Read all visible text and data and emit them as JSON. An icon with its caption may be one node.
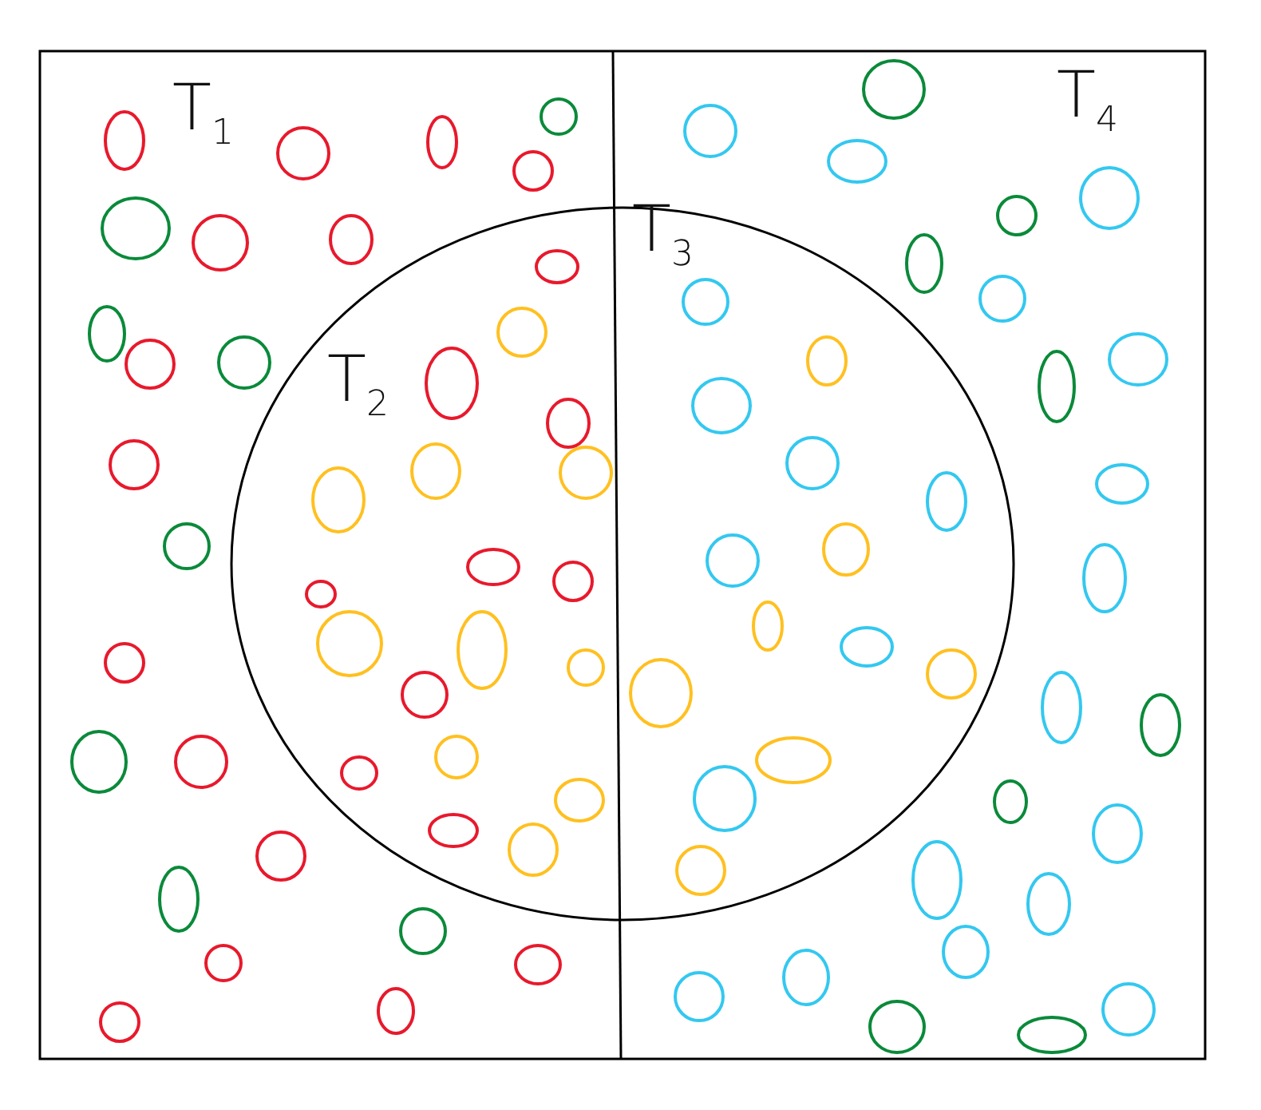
{
  "diagram": {
    "labels": [
      "T$_{1}$",
      "T$_{2}$",
      "T$_{3}$",
      "T$_{4}$"
    ]
  }
}
